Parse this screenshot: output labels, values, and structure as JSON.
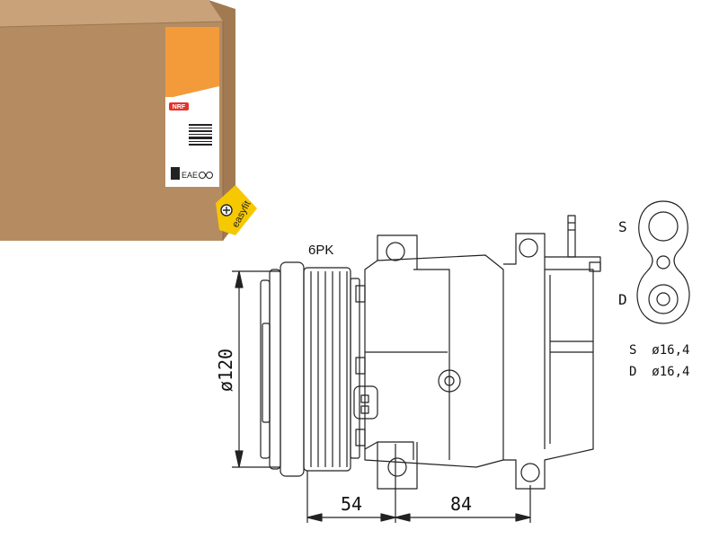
{
  "box": {
    "brand": "NRF",
    "badge": "easyfit"
  },
  "drawing": {
    "belt_label": "6PK",
    "diameter_label": "ø120",
    "dim_left": "54",
    "dim_right": "84",
    "port_top": "S",
    "port_bottom": "D",
    "spec_suction": "S  ø16,4",
    "spec_discharge": "D  ø16,4"
  },
  "colors": {
    "box_face": "#b58c62",
    "box_side": "#c9a27a",
    "box_top_strip": "#d3b28d",
    "nrf_orange": "#f39a3a",
    "badge_yellow": "#f6c800",
    "line": "#222222"
  }
}
